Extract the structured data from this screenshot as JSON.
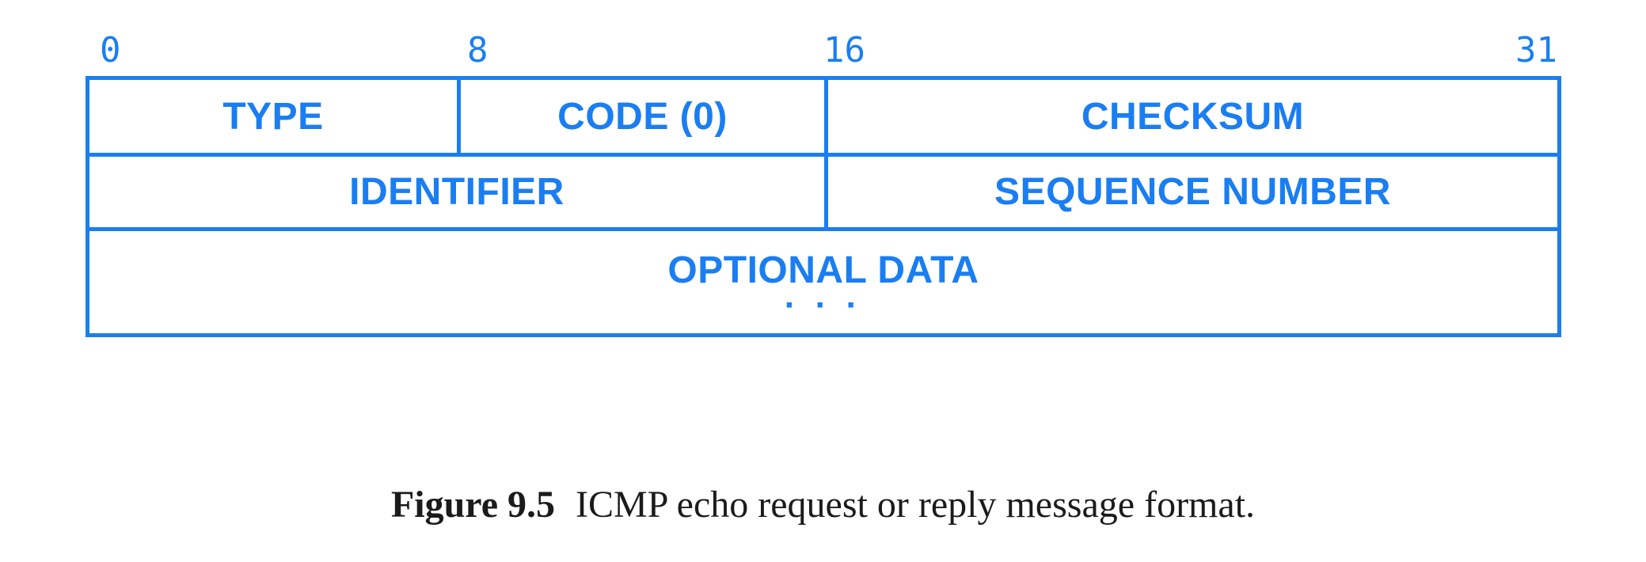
{
  "diagram": {
    "bit_labels": [
      "0",
      "8",
      "16",
      "31"
    ],
    "row1": {
      "type": "TYPE",
      "code": "CODE (0)",
      "checksum": "CHECKSUM"
    },
    "row2": {
      "identifier": "IDENTIFIER",
      "sequence": "SEQUENCE NUMBER"
    },
    "row3": {
      "optional": "OPTIONAL DATA",
      "ellipsis": "· · ·"
    },
    "accent_color": "#1a7ef2"
  },
  "caption": {
    "figure_number": "Figure 9.5",
    "text": "ICMP echo request or reply message format."
  }
}
